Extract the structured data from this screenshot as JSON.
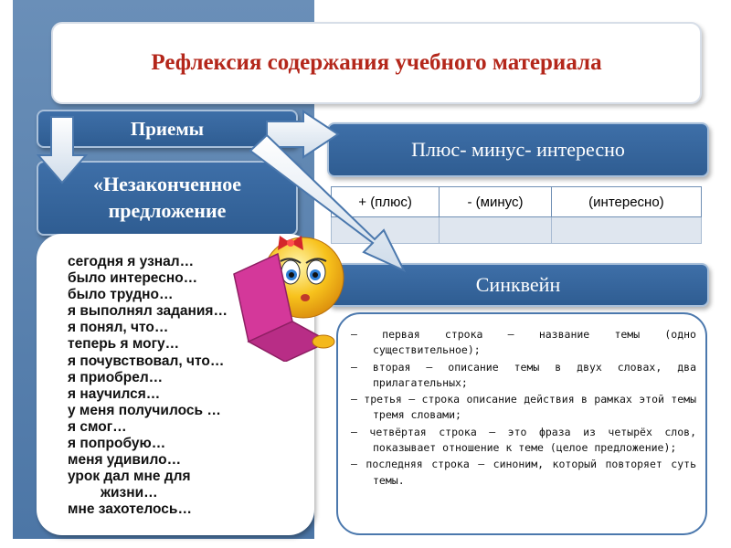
{
  "slide": {
    "title": "Рефлексия содержания учебного материала"
  },
  "techniques": {
    "header": "Приемы",
    "unfinished_sentence": "«Незаконченное предложение"
  },
  "pmi": {
    "title": "Плюс- минус- интересно",
    "columns": [
      "+ (плюс)",
      "- (минус)",
      "(интересно)"
    ]
  },
  "phrases": [
    " сегодня я узнал…",
    "было интересно…",
    "было трудно…",
    "я выполнял задания…",
    "я понял, что…",
    "теперь я могу…",
    "я почувствовал, что…",
    "я приобрел…",
    "я научился…",
    "у меня получилось …",
    "я смог…",
    "я попробую…",
    "меня удивило…",
    "урок дал мне для",
    "жизни…",
    "мне захотелось…"
  ],
  "syncwine": {
    "title": "Синквейн",
    "rules": [
      "– первая строка – название темы (одно существительное);",
      "– вторая – описание темы в двух словах, два прилагательных;",
      "– третья – строка описание действия в рамках этой темы тремя словами;",
      "– четвёртая строка – это фраза из четырёх слов, показывает отношение к теме (целое предложение);",
      "– последняя строка – синоним, который повторяет суть темы."
    ]
  },
  "colors": {
    "title_text": "#b4271b",
    "accent_blue": "#3e6fa8",
    "sidebar_blue": "#5a83b2",
    "laptop_pink": "#d4389a",
    "smiley_yellow": "#f7c21c"
  }
}
